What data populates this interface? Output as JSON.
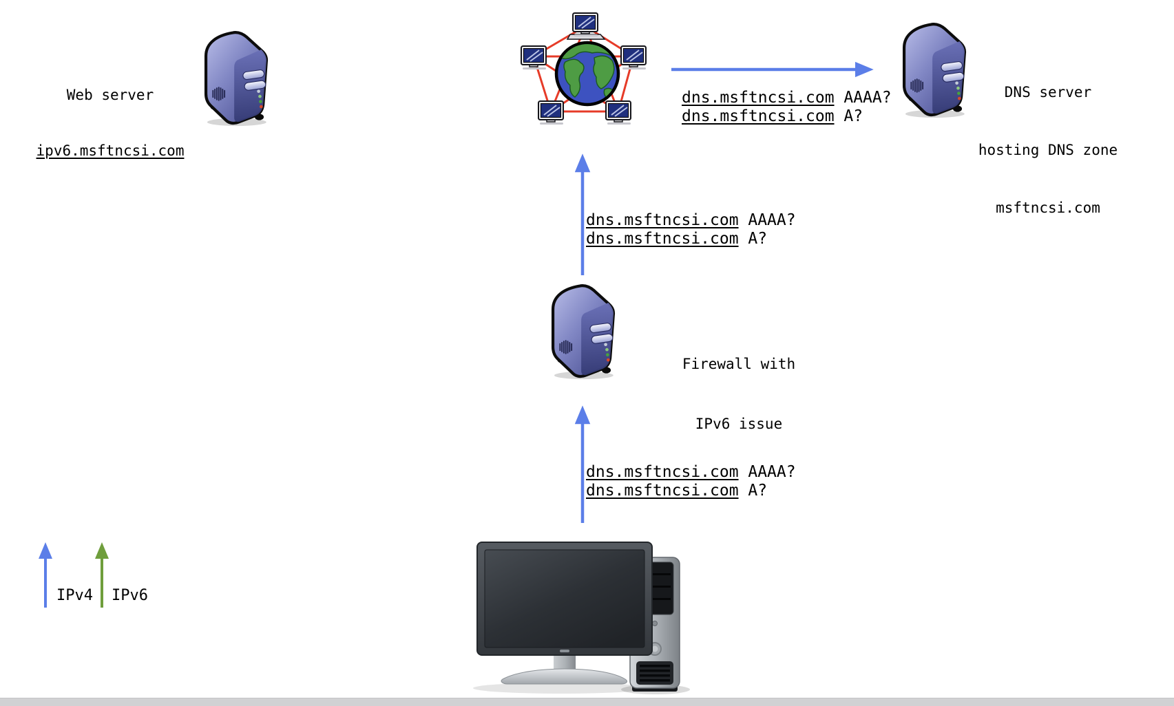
{
  "nodes": {
    "web_server": {
      "line1": "Web server",
      "host": "ipv6.msftncsi.com"
    },
    "dns_server": {
      "line1": "DNS server",
      "line2": "hosting DNS zone",
      "line3": "msftncsi.com"
    },
    "firewall": {
      "line1": "Firewall with",
      "line2": "IPv6 issue"
    }
  },
  "dns_queries": {
    "aaaa": {
      "domain": "dns.msftncsi.com",
      "type": "AAAA?"
    },
    "a": {
      "domain": "dns.msftncsi.com",
      "type": "A?"
    }
  },
  "legend": {
    "ipv4_label": "IPv4",
    "ipv6_label": "IPv6"
  },
  "colors": {
    "ipv4_arrow_blue": "#5b7ee8",
    "ipv6_arrow_green": "#6f9e3c",
    "network_link_red": "#e63b28",
    "server_body_purple": "#6d73b4"
  }
}
